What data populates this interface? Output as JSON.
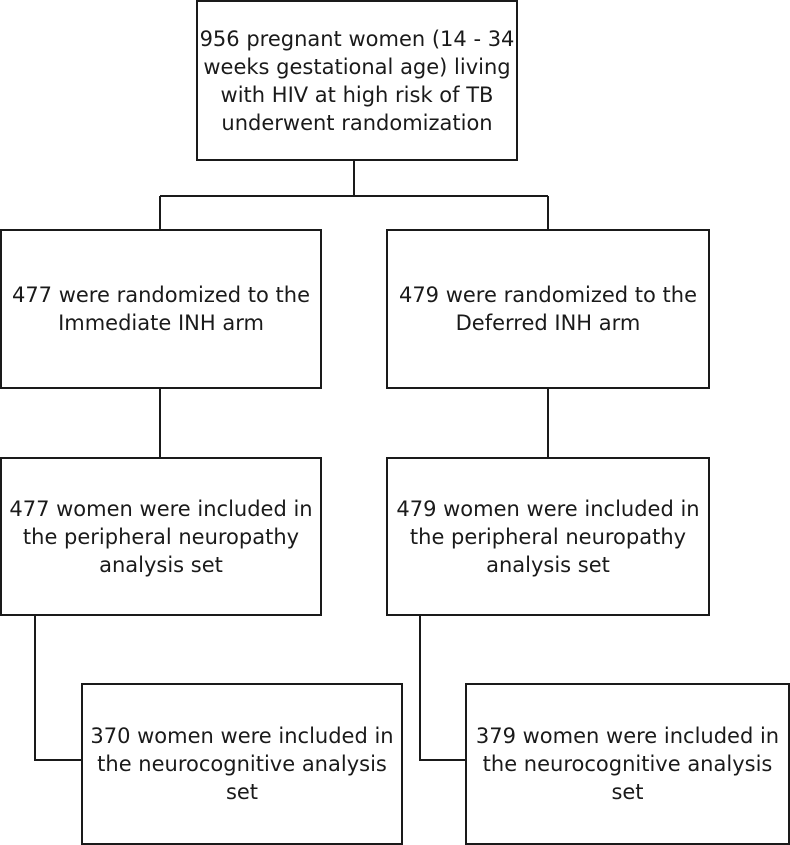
{
  "flowchart": {
    "top": {
      "text": "956 pregnant women (14 - 34 weeks gestational age) living with HIV at high risk of TB underwent randomization"
    },
    "left": {
      "arm": {
        "text": "477 were randomized to the Immediate INH arm"
      },
      "neuropathy": {
        "text": "477 women were included in the peripheral neuropathy analysis set"
      },
      "neurocognitive": {
        "text": "370 women were included in the neurocognitive analysis set"
      }
    },
    "right": {
      "arm": {
        "text": "479 were randomized to the Deferred INH arm"
      },
      "neuropathy": {
        "text": "479 women were included in the peripheral neuropathy analysis set"
      },
      "neurocognitive": {
        "text": "379 women were included in the neurocognitive analysis set"
      }
    }
  }
}
